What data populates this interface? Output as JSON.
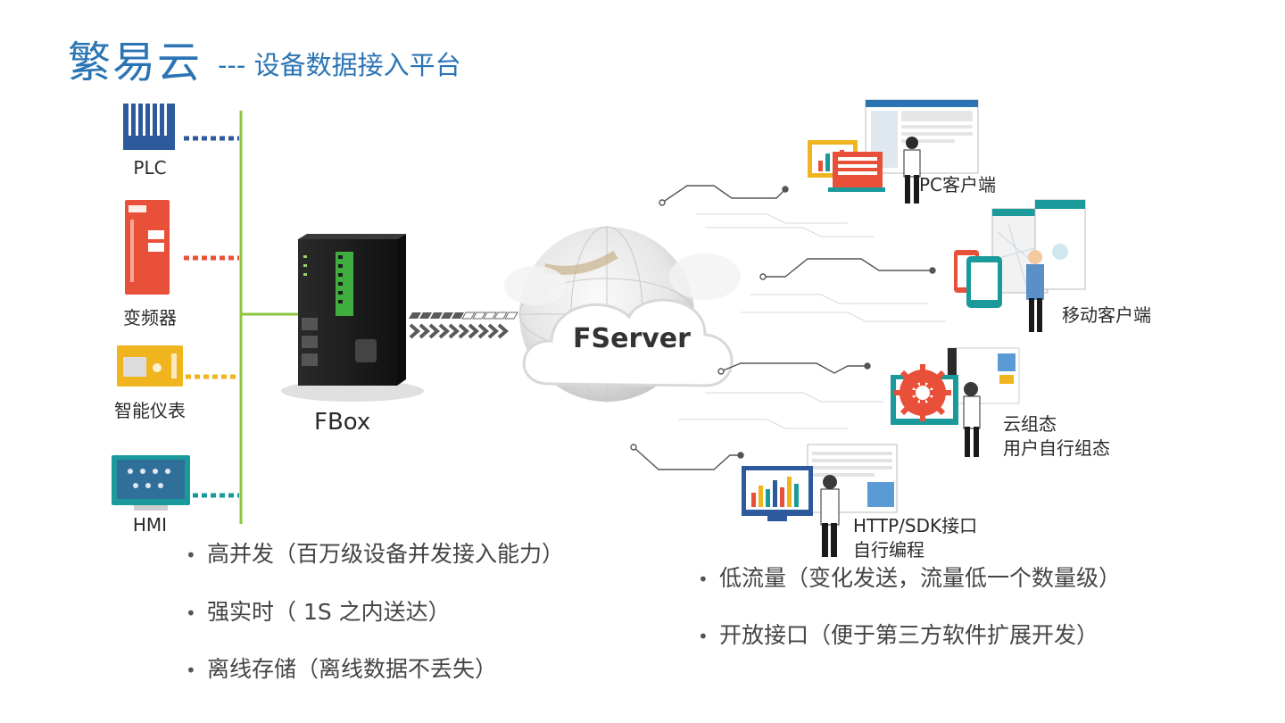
{
  "title": {
    "main": "繁易云",
    "sub": "---  设备数据接入平台"
  },
  "devices": [
    {
      "label": "PLC",
      "color": "#2d5a9c",
      "icon": "plc-icon"
    },
    {
      "label": "变频器",
      "color": "#e8503a",
      "icon": "inverter-icon"
    },
    {
      "label": "智能仪表",
      "color": "#f0b41e",
      "icon": "meter-icon"
    },
    {
      "label": "HMI",
      "color": "#1a9a9a",
      "icon": "hmi-icon"
    }
  ],
  "gateway": {
    "label": "FBox"
  },
  "server": {
    "label": "FServer"
  },
  "clients": [
    {
      "lines": [
        "PC客户端"
      ]
    },
    {
      "lines": [
        "移动客户端"
      ]
    },
    {
      "lines": [
        "云组态",
        "用户自行组态"
      ]
    },
    {
      "lines": [
        "HTTP/SDK接口",
        "自行编程"
      ]
    }
  ],
  "features_left": [
    "高并发（百万级设备并发接入能力）",
    "强实时（ 1S 之内送达）",
    "离线存储（离线数据不丢失）"
  ],
  "features_right": [
    "低流量（变化发送，流量低一个数量级）",
    "开放接口（便于第三方软件扩展开发）"
  ],
  "colors": {
    "title": "#2b74b4",
    "bus": "#8cc63f",
    "arrow": "#555555"
  }
}
